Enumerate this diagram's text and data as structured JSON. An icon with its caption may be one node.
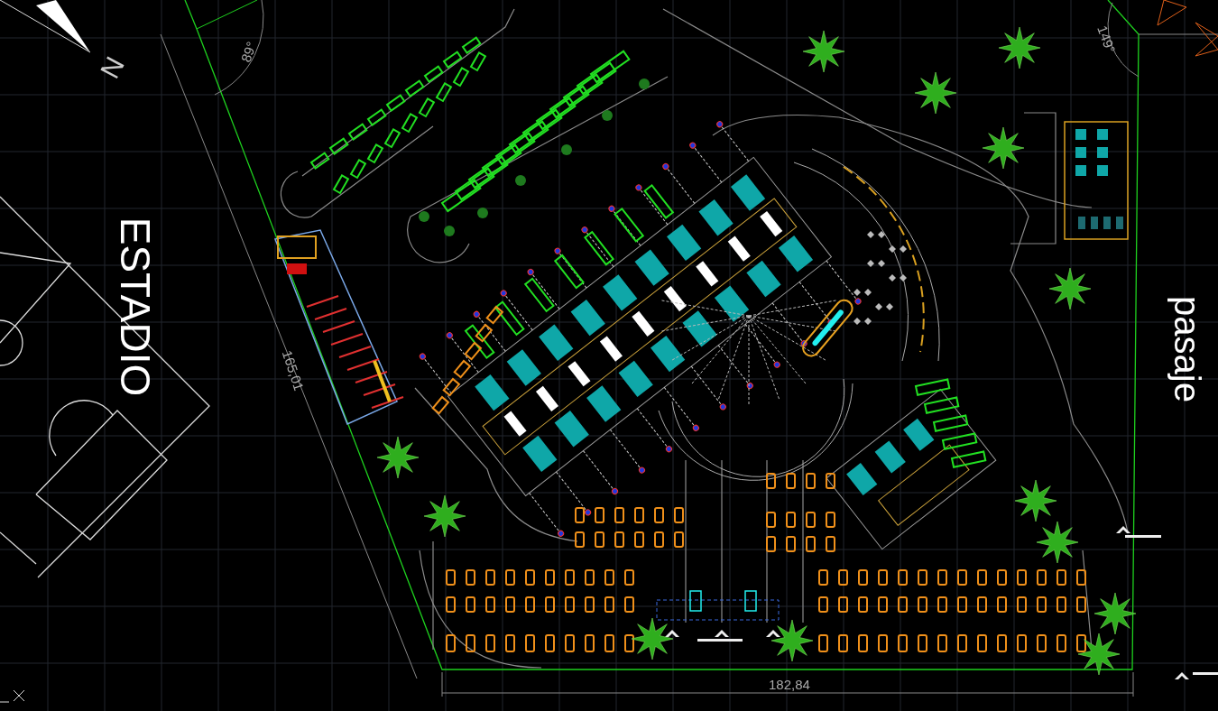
{
  "diagram": {
    "labels": [
      "ESTADIO",
      "pasaje",
      "165,01",
      "182,84",
      "89°",
      "149°",
      "N"
    ]
  }
}
